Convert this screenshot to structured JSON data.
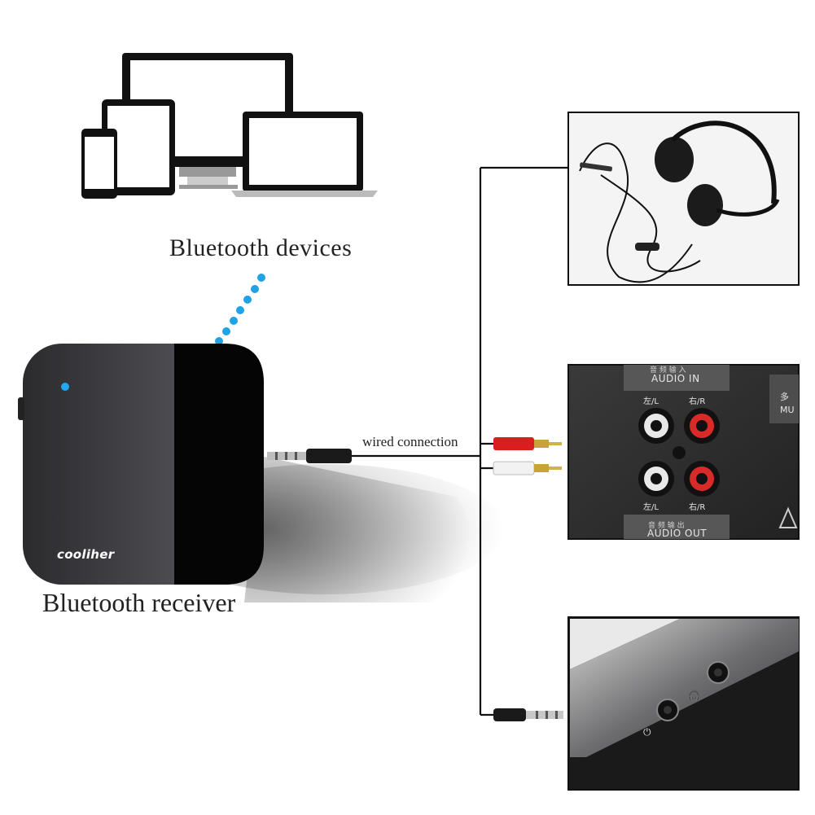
{
  "labels": {
    "bluetooth_devices": "Bluetooth devices",
    "bluetooth_receiver": "Bluetooth receiver",
    "wired_connection": "wired connection"
  },
  "brand": "cooliher",
  "panel": {
    "audio_in": "AUDIO IN",
    "audio_out": "AUDIO OUT",
    "audio_in_cn": "音 频 输 入",
    "audio_out_cn": "音 频 输 出",
    "left_label": "左/L",
    "right_label": "右/R",
    "side_label": "多\nMU"
  },
  "colors": {
    "bluetooth_dots": "#1fa3e6",
    "led": "#21a8f0",
    "rca_red": "#d81e1e",
    "rca_white": "#f2f2f2",
    "receiver_body": "#3b3b3f"
  }
}
